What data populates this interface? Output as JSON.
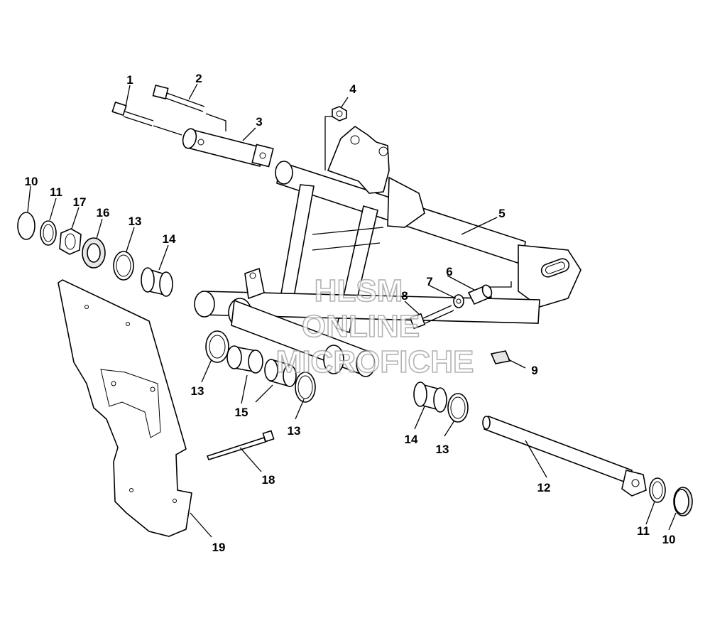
{
  "watermark": {
    "line1": "HLSM",
    "line2": "ONLINE",
    "line3": "MICROFICHE"
  },
  "callouts": [
    {
      "id": "c1",
      "text": "1"
    },
    {
      "id": "c2",
      "text": "2"
    },
    {
      "id": "c3",
      "text": "3"
    },
    {
      "id": "c4",
      "text": "4"
    },
    {
      "id": "c5",
      "text": "5"
    },
    {
      "id": "c6",
      "text": "6"
    },
    {
      "id": "c7",
      "text": "7"
    },
    {
      "id": "c8",
      "text": "8"
    },
    {
      "id": "c9",
      "text": "9"
    },
    {
      "id": "c10a",
      "text": "10"
    },
    {
      "id": "c11a",
      "text": "11"
    },
    {
      "id": "c17",
      "text": "17"
    },
    {
      "id": "c16",
      "text": "16"
    },
    {
      "id": "c13a",
      "text": "13"
    },
    {
      "id": "c14a",
      "text": "14"
    },
    {
      "id": "c13b",
      "text": "13"
    },
    {
      "id": "c15",
      "text": "15"
    },
    {
      "id": "c13c",
      "text": "13"
    },
    {
      "id": "c14b",
      "text": "14"
    },
    {
      "id": "c13d",
      "text": "13"
    },
    {
      "id": "c18",
      "text": "18"
    },
    {
      "id": "c12",
      "text": "12"
    },
    {
      "id": "c11b",
      "text": "11"
    },
    {
      "id": "c10b",
      "text": "10"
    },
    {
      "id": "c19",
      "text": "19"
    }
  ]
}
